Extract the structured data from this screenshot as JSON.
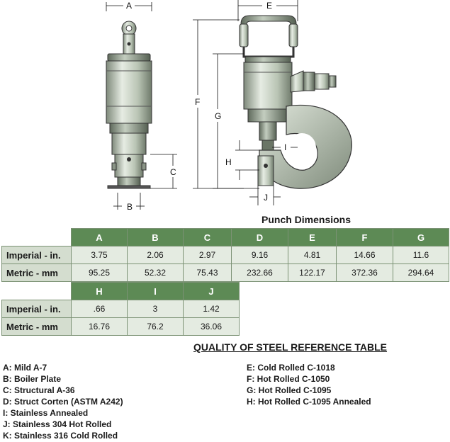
{
  "dimension_labels": {
    "A": "A",
    "B": "B",
    "C": "C",
    "E": "E",
    "F": "F",
    "G": "G",
    "H": "H",
    "I": "I",
    "J": "J"
  },
  "punch_title": "Punch Dimensions",
  "table1": {
    "columns": [
      "A",
      "B",
      "C",
      "D",
      "E",
      "F",
      "G"
    ],
    "rows": [
      {
        "label": "Imperial - in.",
        "values": [
          "3.75",
          "2.06",
          "2.97",
          "9.16",
          "4.81",
          "14.66",
          "11.6"
        ]
      },
      {
        "label": "Metric - mm",
        "values": [
          "95.25",
          "52.32",
          "75.43",
          "232.66",
          "122.17",
          "372.36",
          "294.64"
        ]
      }
    ]
  },
  "table2": {
    "columns": [
      "H",
      "I",
      "J"
    ],
    "rows": [
      {
        "label": "Imperial - in.",
        "values": [
          ".66",
          "3",
          "1.42"
        ]
      },
      {
        "label": "Metric - mm",
        "values": [
          "16.76",
          "76.2",
          "36.06"
        ]
      }
    ]
  },
  "quality_title": "QUALITY OF STEEL REFERENCE TABLE",
  "quality_left": [
    "A:  Mild A-7",
    "B:  Boiler Plate",
    "C:  Structural A-36",
    "D:  Struct Corten (ASTM A242)",
    "I:  Stainless Annealed",
    "J:  Stainless 304 Hot Rolled",
    "K:  Stainless 316 Cold Rolled"
  ],
  "quality_right": [
    "E:  Cold Rolled C-1018",
    "F:  Hot Rolled C-1050",
    "G:  Hot Rolled C-1095",
    "H:  Hot Rolled C-1095 Annealed"
  ],
  "colors": {
    "header_green": "#5d8a55",
    "cell_light": "#e4ebe1",
    "row_header": "#d4ddcf",
    "tool_body": "#c9d3c4"
  }
}
